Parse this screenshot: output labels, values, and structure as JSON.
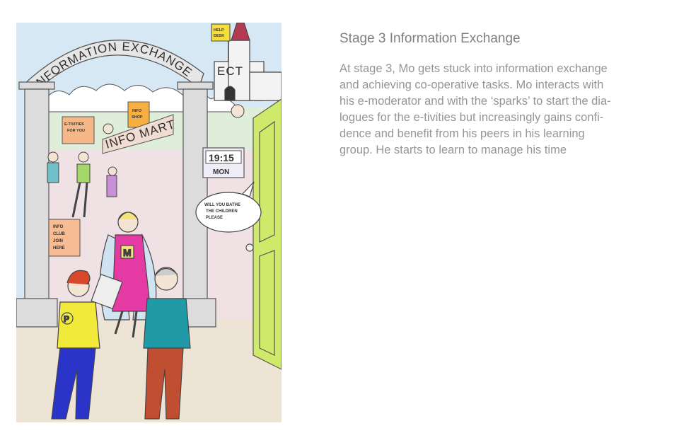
{
  "illustration": {
    "arch_sign": "INFORMATION EXCHANGE",
    "help_desk_line1": "HELP",
    "help_desk_line2": "DESK",
    "castle_letters": "ECT",
    "etivities_line1": "E-TIVITIES",
    "etivities_line2": "FOR YOU",
    "info_shop_line1": "INFO",
    "info_shop_line2": "SHOP",
    "infomart_sign": "INFO MART",
    "clock_time": "19:15",
    "clock_day": "MON",
    "speech_line1": "WILL YOU BATHE",
    "speech_line2": "THE CHILDREN",
    "speech_line3": "PLEASE",
    "info_club_line1": "INFO",
    "info_club_line2": "CLUB",
    "info_club_line3": "JOIN",
    "info_club_line4": "HERE",
    "mo_badge": "M",
    "p_badge": "P"
  },
  "heading": "Stage 3 Information Exchange",
  "body_lines": [
    "At stage 3, Mo gets stuck into information exchange",
    "and achieving co-operative tasks. Mo interacts with",
    "his e-moderator and with the ‘sparks’ to start the dia-",
    "logues for the e-tivities but increasingly gains confi-",
    "dence and benefit from his peers in his learning",
    "group. He starts to learn to manage his time"
  ],
  "colors": {
    "heading": "#7f7f7f",
    "body": "#959595",
    "sky": "#d3e6f2",
    "door": "#cfe96a"
  }
}
